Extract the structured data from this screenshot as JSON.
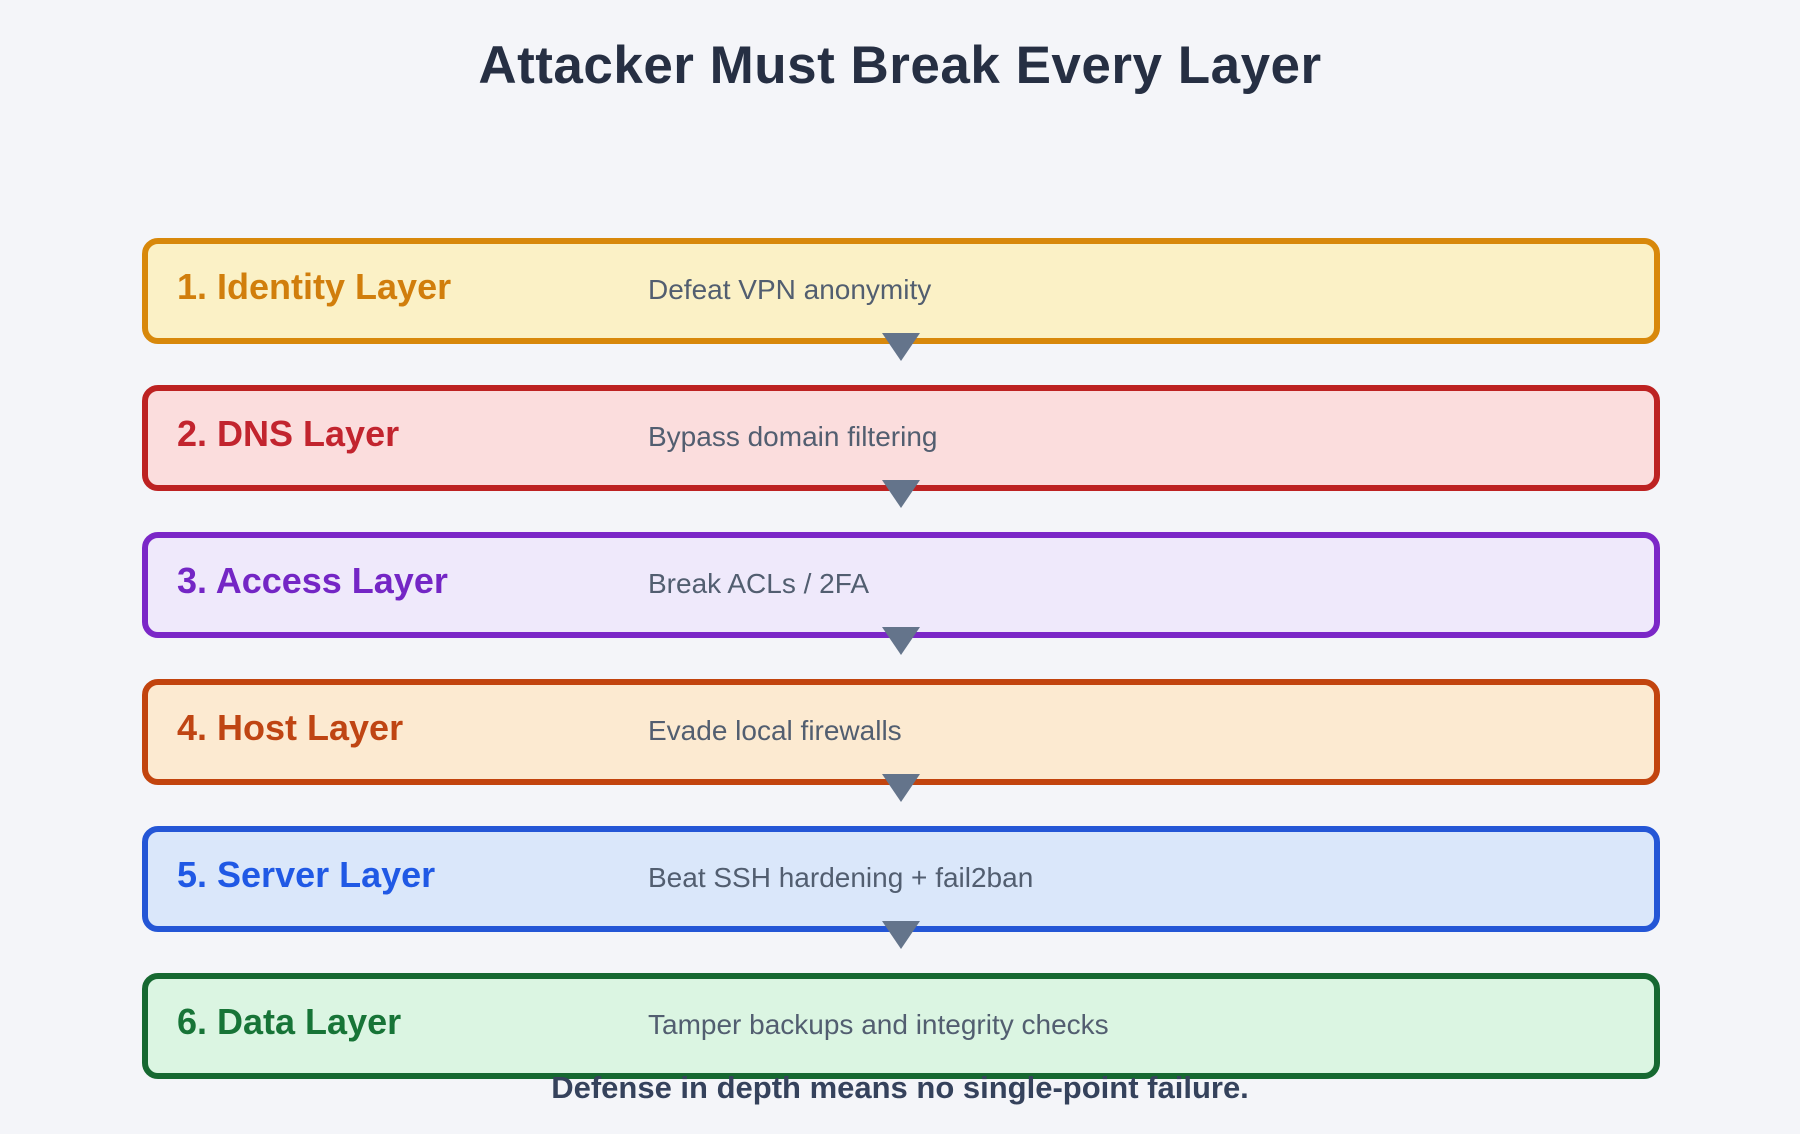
{
  "title": "Attacker Must Break Every Layer",
  "footer": "Defense in depth means no single-point failure.",
  "layers": [
    {
      "name": "1. Identity Layer",
      "description": "Defeat VPN anonymity",
      "name_color": "#D17E0C",
      "border_color": "#D8880B",
      "bg_color": "#FBF1C6"
    },
    {
      "name": "2. DNS Layer",
      "description": "Bypass domain filtering",
      "name_color": "#C2242E",
      "border_color": "#BD2222",
      "bg_color": "#FBDDDD"
    },
    {
      "name": "3. Access Layer",
      "description": "Break ACLs / 2FA",
      "name_color": "#7426C5",
      "border_color": "#7B27C7",
      "bg_color": "#EFE9FB"
    },
    {
      "name": "4. Host Layer",
      "description": "Evade local firewalls",
      "name_color": "#BF4513",
      "border_color": "#C2440E",
      "bg_color": "#FCEAD1"
    },
    {
      "name": "5. Server Layer",
      "description": "Beat SSH hardening + fail2ban",
      "name_color": "#2059E5",
      "border_color": "#2456D6",
      "bg_color": "#DAE7FA"
    },
    {
      "name": "6. Data Layer",
      "description": "Tamper backups and integrity checks",
      "name_color": "#177437",
      "border_color": "#166831",
      "bg_color": "#DBF5E2"
    }
  ],
  "colors": {
    "page_bg": "#F4F5F9",
    "title_text": "#262F43",
    "description_text": "#525E70",
    "footer_text": "#35425C",
    "arrow": "#64748B"
  },
  "icons": {
    "arrow": "down-triangle"
  }
}
